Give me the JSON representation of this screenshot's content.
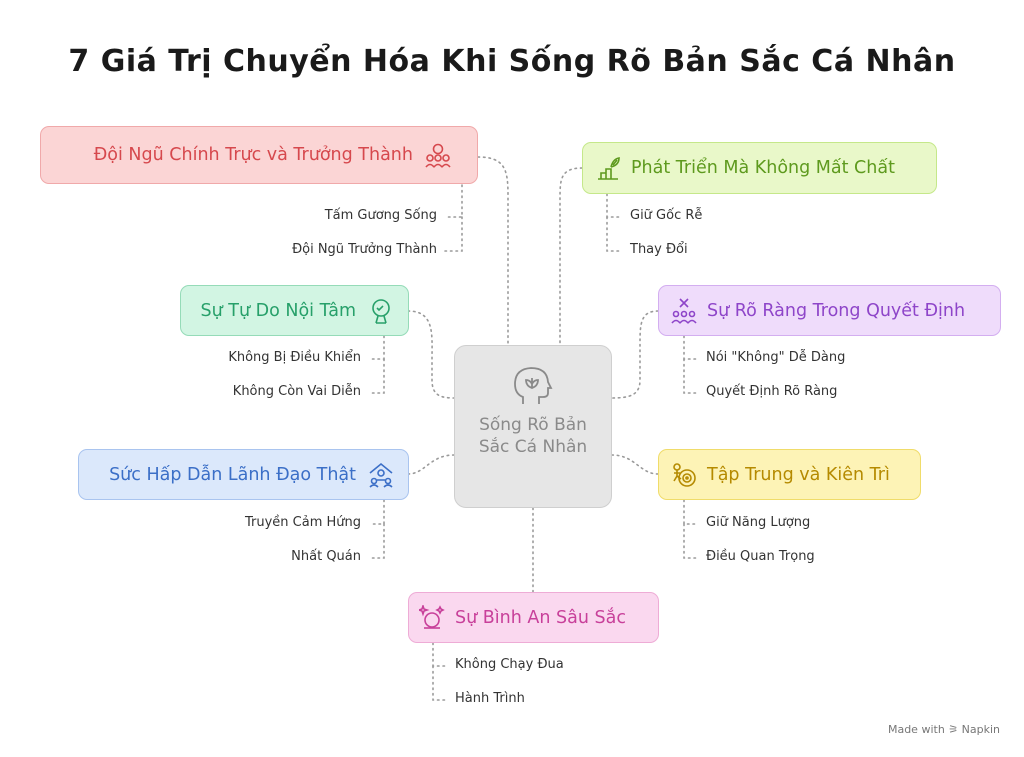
{
  "title": "7 Giá Trị Chuyển Hóa Khi Sống Rõ Bản Sắc Cá Nhân",
  "center": {
    "label": "Sống Rõ Bản Sắc Cá Nhân",
    "icon": "mind-lotus-icon"
  },
  "nodes": [
    {
      "label": "Đội Ngũ Chính Trực và Trưởng Thành",
      "icon": "team-icon",
      "color": "#d6484d",
      "bg": "#fbd5d5",
      "children": [
        "Tấm Gương Sống",
        "Đội Ngũ Trưởng Thành"
      ]
    },
    {
      "label": "Sự Tự Do Nội Tâm",
      "icon": "free-mind-icon",
      "color": "#27a06a",
      "bg": "#d2f5e3",
      "children": [
        "Không Bị Điều Khiển",
        "Không Còn Vai Diễn"
      ]
    },
    {
      "label": "Sức Hấp Dẫn Lãnh Đạo Thật",
      "icon": "leader-icon",
      "color": "#3b6fc7",
      "bg": "#dbe8fb",
      "children": [
        "Truyền Cảm Hứng",
        "Nhất Quán"
      ]
    },
    {
      "label": "Phát Triển Mà Không Mất Chất",
      "icon": "growth-icon",
      "color": "#5e9a1e",
      "bg": "#e9f8c9",
      "children": [
        "Giữ Gốc Rễ",
        "Thay Đổi"
      ]
    },
    {
      "label": "Sự Rõ Ràng Trong Quyết Định",
      "icon": "decision-icon",
      "color": "#8e45c9",
      "bg": "#efdcfb",
      "children": [
        "Nói \"Không\" Dễ Dàng",
        "Quyết Định Rõ Ràng"
      ]
    },
    {
      "label": "Tập Trung và Kiên Trì",
      "icon": "target-icon",
      "color": "#b58a00",
      "bg": "#fdf3b6",
      "children": [
        "Giữ Năng Lượng",
        "Điều Quan Trọng"
      ]
    },
    {
      "label": "Sự Bình An Sâu Sắc",
      "icon": "peace-icon",
      "color": "#c8409a",
      "bg": "#fad8ef",
      "children": [
        "Không Chạy Đua",
        "Hành Trình"
      ]
    }
  ],
  "footer": "Made with ⚞ Napkin"
}
